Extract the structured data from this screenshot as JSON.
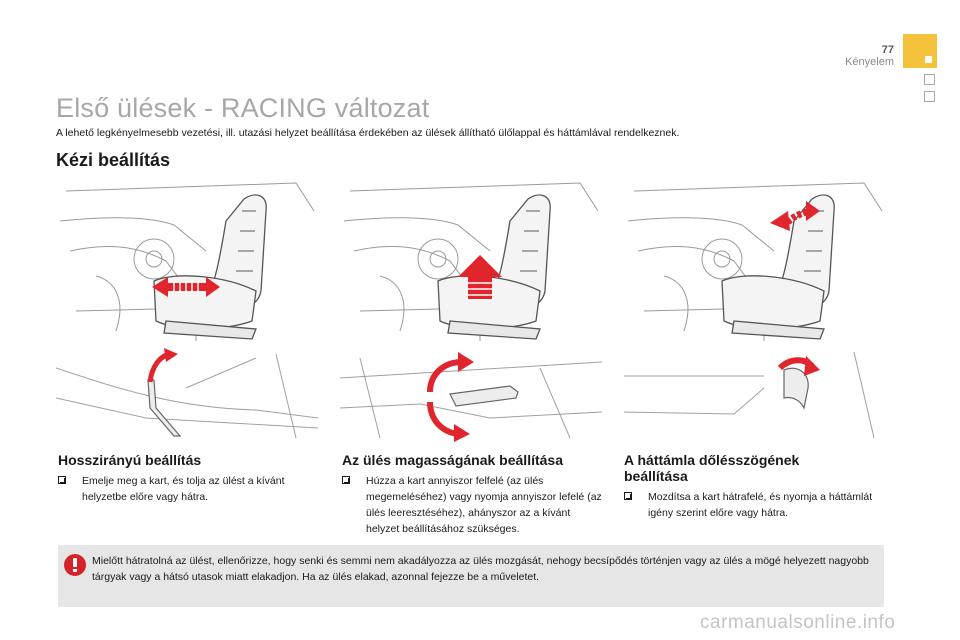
{
  "header": {
    "page_number": "77",
    "section": "Kényelem",
    "accent_color": "#f5c33b"
  },
  "title": "Első ülések - RACING változat",
  "intro": "A lehető legkényelmesebb vezetési, ill. utazási helyzet beállítása érdekében az ülések állítható ülőlappal és háttámlával rendelkeznek.",
  "subtitle": "Kézi beállítás",
  "columns": [
    {
      "heading": "Hosszirányú beállítás",
      "bullet": "Emelje meg a kart, és tolja az ülést a kívánt helyzetbe előre vagy hátra.",
      "icon": "seat-slide-illustration"
    },
    {
      "heading": "Az ülés magasságának beállítása",
      "bullet": "Húzza a kart annyiszor felfelé (az ülés megemeléséhez) vagy nyomja annyiszor lefelé (az ülés leeresztéséhez), ahányszor az a kívánt helyzet beállításához szükséges.",
      "icon": "seat-height-illustration"
    },
    {
      "heading": "A háttámla dőlésszögének beállítása",
      "bullet": "Mozdítsa a kart hátrafelé, és nyomja a háttámlát igény szerint előre vagy hátra.",
      "icon": "seat-backrest-illustration"
    }
  ],
  "warning": {
    "text": "Mielőtt hátratolná az ülést, ellenőrizze, hogy senki és semmi nem akadályozza az ülés mozgását, nehogy becsípődés történjen vagy az ülés a mögé helyezett nagyobb tárgyak vagy a hátsó utasok miatt elakadjon. Ha az ülés elakad, azonnal fejezze be a műveletet.",
    "icon_color": "#d6232a"
  },
  "watermark": "carmanualsonline.info",
  "colors": {
    "arrow": "#e0262c",
    "title_gray": "#a7a7a7",
    "warning_bg": "#e6e6e6"
  }
}
